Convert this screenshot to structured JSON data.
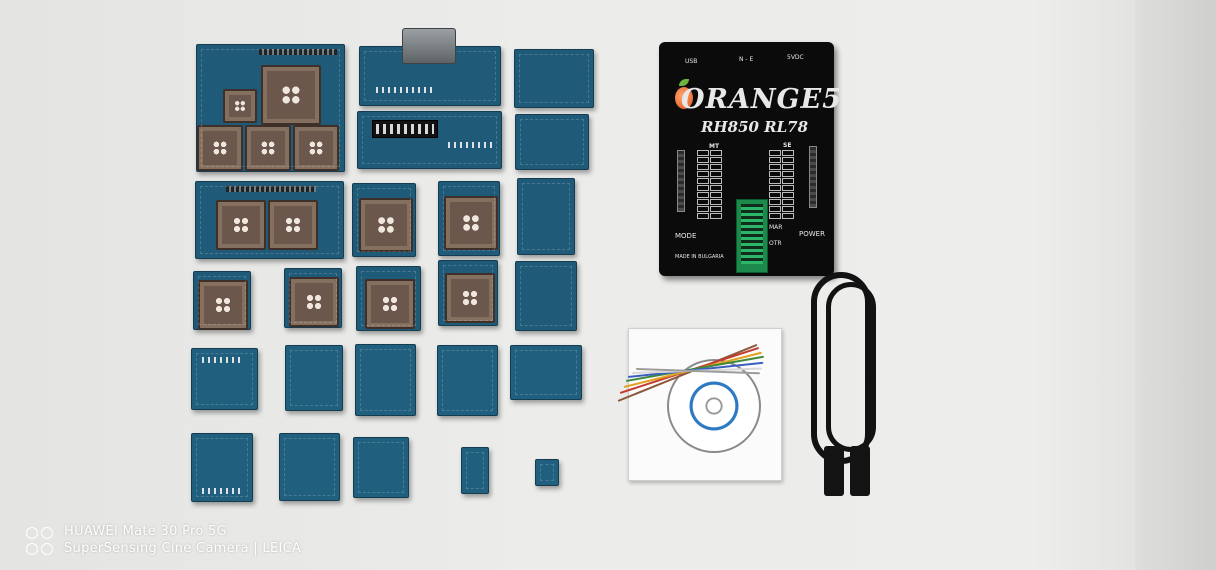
{
  "photo": {
    "watermark": {
      "device": "HUAWEI Mate 30 Pro 5G",
      "camera": "SuperSensing Cine Camera | LEICA"
    },
    "programmer": {
      "brand": "ORANGE5",
      "model": "RH850 RL78",
      "port_usb": "USB",
      "port_ne": "N - E",
      "port_power": "5VDC",
      "label_mt": "MT",
      "label_se": "SE",
      "label_mode": "MODE",
      "label_power": "POWER",
      "label_origin": "MADE IN BULGARIA",
      "label_mar": "MAR",
      "label_otr": "OTR"
    },
    "colors": {
      "pcb": "#1f5a78",
      "socket": "#6b574c",
      "programmer": "#0b0b0c"
    }
  }
}
